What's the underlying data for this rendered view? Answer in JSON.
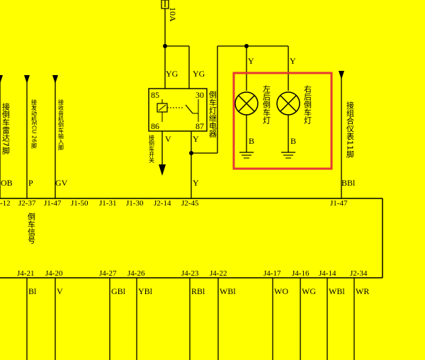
{
  "fuse": {
    "rating": "10A"
  },
  "relay": {
    "pins": {
      "p85": "85",
      "p86": "86",
      "p30": "30",
      "p87": "87"
    },
    "name": "倒车灯继电器",
    "wire_in_left": "YG",
    "wire_in_right": "YG",
    "wire_86": "V",
    "wire_87": "Y",
    "wire_bottom": "Y",
    "connector": "J2-45"
  },
  "lamps": {
    "right": {
      "name": "右后倒车灯",
      "wire_top": "Y",
      "wire_bottom": "B"
    },
    "left": {
      "name": "左后倒车灯",
      "wire_top": "Y",
      "wire_bottom": "B"
    }
  },
  "left_signals": [
    {
      "name": "接倒车雷达7脚",
      "wire": "OB",
      "connector": "-12"
    },
    {
      "name": "接发动机ECU 26脚",
      "wire": "P",
      "connector": "J2-37"
    },
    {
      "name": "接收音机倒车输入脚",
      "wire": "GV",
      "connector": "J1-47"
    }
  ],
  "gear_label": "接倒车开关",
  "right_signal": {
    "name": "接组合仪表11脚",
    "wire": "BBl",
    "connector": "J1-47"
  },
  "module_top_connectors": [
    "J1-50",
    "J1-31",
    "J1-30",
    "J2-14",
    "J2-45"
  ],
  "module_signal": "倒车信号",
  "module_bottom": [
    {
      "connector": "J4-21",
      "wire": "Bl"
    },
    {
      "connector": "J4-20",
      "wire": "V"
    },
    {
      "connector": "J4-27",
      "wire": "GBl"
    },
    {
      "connector": "J4-26",
      "wire": "YBl"
    },
    {
      "connector": "J4-23",
      "wire": "RBl"
    },
    {
      "connector": "J4-22",
      "wire": "WBl"
    },
    {
      "connector": "J4-17",
      "wire": "WO"
    },
    {
      "connector": "J4-16",
      "wire": "WG"
    },
    {
      "connector": "J4-14",
      "wire": "WBl"
    },
    {
      "connector": "J2-34",
      "wire": "WR"
    }
  ],
  "colors": {
    "background": "#ffff00",
    "highlight": "#e53935",
    "line": "#000000"
  }
}
